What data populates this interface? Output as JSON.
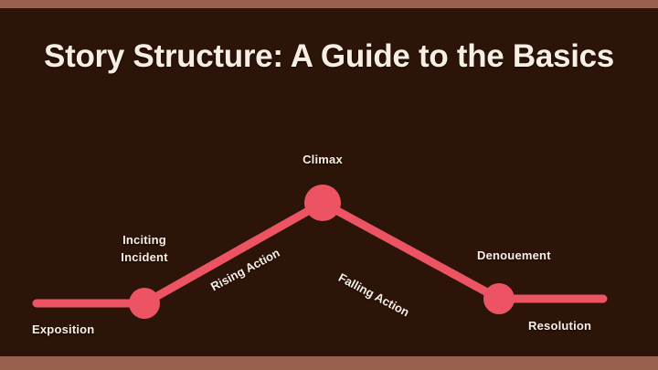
{
  "slide": {
    "title": "Story Structure: A Guide to the Basics",
    "background_color": "#2d1409",
    "border_color": "#96604c",
    "accent_color": "#ec5463",
    "text_color": "#f6efe6"
  },
  "diagram": {
    "type": "freytag-pyramid",
    "stages": [
      {
        "id": "exposition",
        "label": "Exposition"
      },
      {
        "id": "inciting-incident",
        "label_line1": "Inciting",
        "label_line2": "Incident"
      },
      {
        "id": "rising-action",
        "label": "Rising Action"
      },
      {
        "id": "climax",
        "label": "Climax"
      },
      {
        "id": "falling-action",
        "label": "Falling Action"
      },
      {
        "id": "denouement",
        "label": "Denouement"
      },
      {
        "id": "resolution",
        "label": "Resolution"
      }
    ]
  }
}
